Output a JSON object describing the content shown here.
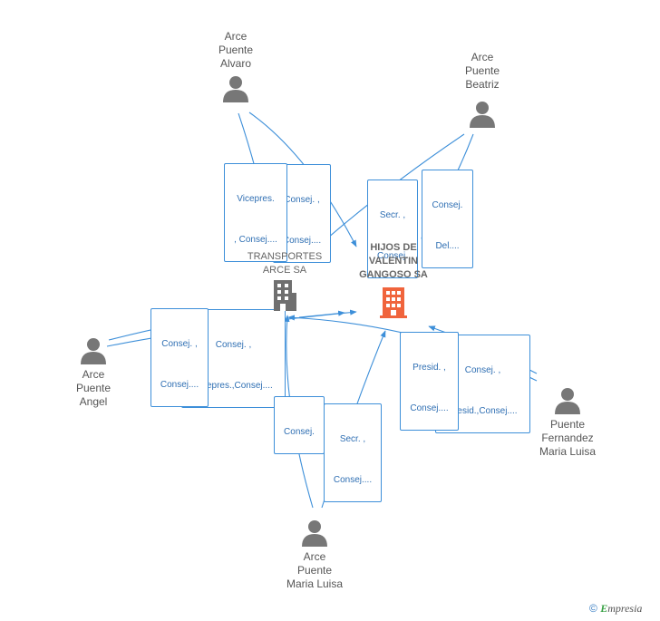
{
  "people": [
    {
      "id": "alvaro",
      "lines": [
        "Arce",
        "Puente",
        "Alvaro"
      ]
    },
    {
      "id": "beatriz",
      "lines": [
        "Arce",
        "Puente",
        "Beatriz"
      ]
    },
    {
      "id": "angel",
      "lines": [
        "Arce",
        "Puente",
        "Angel"
      ]
    },
    {
      "id": "fernandez",
      "lines": [
        "Puente",
        "Fernandez",
        "Maria Luisa"
      ]
    },
    {
      "id": "marialuisa",
      "lines": [
        "Arce",
        "Puente",
        "Maria Luisa"
      ]
    }
  ],
  "companies": [
    {
      "id": "transportes",
      "lines": [
        "TRANSPORTES",
        "ARCE SA"
      ],
      "color": "#6f6f6f"
    },
    {
      "id": "hijos",
      "lines": [
        "HIJOS DE",
        "VALENTIN",
        "GANGOSO SA"
      ],
      "color": "#f0643c"
    }
  ],
  "edge_labels": [
    {
      "id": "alvaro-trans",
      "lines": [
        "Vicepres.",
        ", Consej...."
      ]
    },
    {
      "id": "alvaro-hijos",
      "lines": [
        "Consej. ,",
        "Consej...."
      ]
    },
    {
      "id": "beatriz-1",
      "lines": [
        "Secr. ,",
        "Consej."
      ]
    },
    {
      "id": "beatriz-2",
      "lines": [
        "Consej.",
        "Del...."
      ]
    },
    {
      "id": "angel-2",
      "lines": [
        "Consej. ,",
        "Vicepres.,Consej...."
      ]
    },
    {
      "id": "angel-1",
      "lines": [
        "Consej. ,",
        "Consej...."
      ]
    },
    {
      "id": "fern-2",
      "lines": [
        "Consej. ,",
        "Presid.,Consej...."
      ]
    },
    {
      "id": "fern-1",
      "lines": [
        "Presid. ,",
        "Consej...."
      ]
    },
    {
      "id": "ml-trans",
      "lines": [
        "Consej."
      ]
    },
    {
      "id": "ml-hijos",
      "lines": [
        "Secr. ,",
        "Consej...."
      ]
    }
  ],
  "brand": {
    "copyright": "©",
    "e": "E",
    "rest": "mpresia"
  },
  "colors": {
    "edge": "#3d8fd9",
    "person": "#777777"
  }
}
